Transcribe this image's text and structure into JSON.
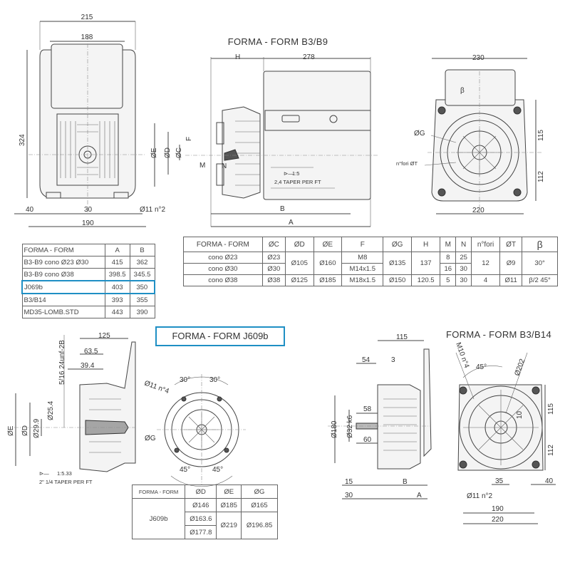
{
  "colors": {
    "highlight": "#1f8fc4",
    "line": "#444444"
  },
  "top": {
    "title": "FORMA - FORM  B3/B9",
    "front_view": {
      "width_outer": "215",
      "width_inner": "188",
      "height": "324",
      "foot_left": "40",
      "foot_center": "30",
      "hole": "Ø11 n°2",
      "foot_span": "190"
    },
    "side_view": {
      "H": "H",
      "length": "278",
      "E": "ØE",
      "D": "ØD",
      "C": "ØC",
      "F": "F",
      "M": "M",
      "N": "N",
      "taper_ratio": "1:5",
      "taper_text": "2,4 TAPER PER FT",
      "B": "B",
      "A": "A"
    },
    "rear_view": {
      "width": "230",
      "beta": "β",
      "G": "ØG",
      "holes": "n°fori ØT",
      "upper": "115",
      "lower": "112",
      "foot_span": "220"
    }
  },
  "table_ab": {
    "headers": [
      "FORMA - FORM",
      "A",
      "B"
    ],
    "rows": [
      [
        "B3-B9 cono Ø23 Ø30",
        "415",
        "362"
      ],
      [
        "B3-B9 cono Ø38",
        "398.5",
        "345.5"
      ],
      [
        "J069b",
        "403",
        "350"
      ],
      [
        "B3/B14",
        "393",
        "355"
      ],
      [
        "MD35-LOMB.STD",
        "443",
        "390"
      ]
    ],
    "highlighted_row": 2
  },
  "table_cone": {
    "headers": [
      "FORMA - FORM",
      "ØC",
      "ØD",
      "ØE",
      "F",
      "ØG",
      "H",
      "M",
      "N",
      "n°fori",
      "ØT",
      "β"
    ],
    "rows": [
      {
        "form": "cono Ø23",
        "C": "Ø23",
        "F": "M8",
        "M": "8",
        "N": "25"
      },
      {
        "form": "cono Ø30",
        "C": "Ø30",
        "F": "M14x1.5",
        "M": "16",
        "N": "30"
      },
      {
        "form": "cono Ø38",
        "C": "Ø38",
        "D": "Ø125",
        "E": "Ø185",
        "F": "M18x1.5",
        "G": "Ø150",
        "H": "120.5",
        "M": "5",
        "N": "30",
        "fori": "4",
        "T": "Ø11",
        "beta": "β/2 45°"
      }
    ],
    "merged_23_30": {
      "D": "Ø105",
      "E": "Ø160",
      "G": "Ø135",
      "H": "137",
      "fori": "12",
      "T": "Ø9",
      "beta": "30°"
    }
  },
  "j609b": {
    "title": "FORMA - FORM J609b",
    "dims": {
      "d125": "125",
      "d63": "63.5",
      "d39": "39.4",
      "thread": "5/16 24unf-2B",
      "E": "ØE",
      "D": "ØD",
      "d25": "Ø25.4",
      "d29": "Ø29.9",
      "taper_ratio": "1:5.33",
      "taper_text": "2\" 1/4 TAPER PER FT",
      "holes": "Ø11 n°4",
      "a30l": "30°",
      "a30r": "30°",
      "G": "ØG",
      "a45l": "45°",
      "a45r": "45°"
    },
    "table": {
      "headers": [
        "FORMA - FORM",
        "ØD",
        "ØE",
        "ØG"
      ],
      "form": "J609b",
      "D": [
        "Ø146",
        "Ø163.6",
        "Ø177.8"
      ],
      "E": [
        "Ø185",
        "Ø219"
      ],
      "G": [
        "Ø165",
        "Ø196.85"
      ]
    }
  },
  "b3b14": {
    "title": "FORMA - FORM B3/B14",
    "side": {
      "d115": "115",
      "d54": "54",
      "d3": "3",
      "d180": "Ø180",
      "d58": "58",
      "shaft": "Ø32 k6",
      "d60": "60",
      "d15": "15",
      "B": "B",
      "d30": "30",
      "A": "A"
    },
    "front": {
      "bolts": "M10 n°4",
      "angle": "45°",
      "pcd": "Ø202",
      "key": "10",
      "upper": "115",
      "lower": "112",
      "d35": "35",
      "d40": "40",
      "hole": "Ø11 n°2",
      "d190": "190",
      "d220": "220"
    }
  }
}
